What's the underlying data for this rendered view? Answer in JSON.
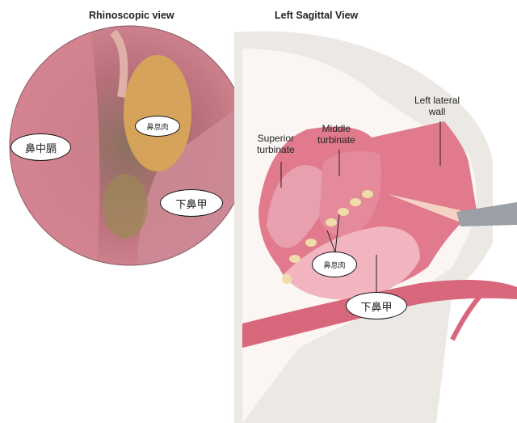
{
  "titles": {
    "left": "Rhinoscopic view",
    "right": "Left Sagittal View"
  },
  "rhinoscopic_labels": {
    "septum": "鼻中膈",
    "polyp": "鼻息肉",
    "inferior_turbinate": "下鼻甲"
  },
  "sagittal_labels": {
    "superior_turbinate": "Superior\nturbinate",
    "middle_turbinate": "Middle\nturbinate",
    "left_lateral_wall": "Left lateral\nwall",
    "polyp": "鼻息肉",
    "inferior_turbinate": "下鼻甲"
  },
  "colors": {
    "tissue": "#d9677b",
    "tissue_light": "#f0b8c2",
    "polyp": "#d9a860",
    "bone": "#ece8e4"
  }
}
